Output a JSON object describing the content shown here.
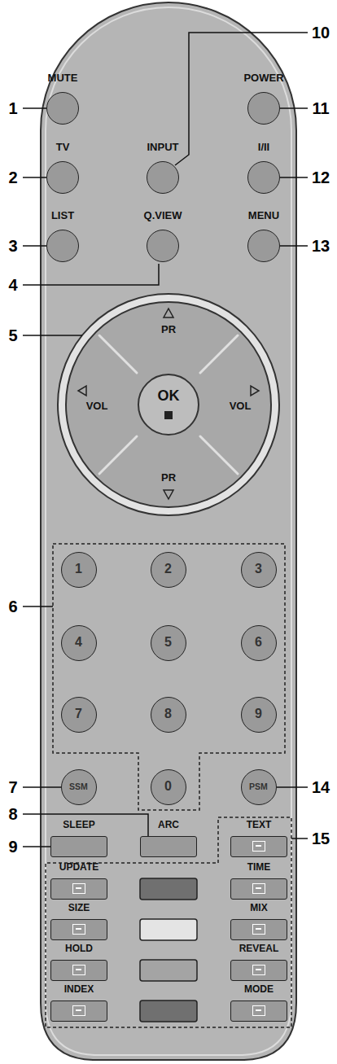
{
  "diagram": {
    "nodes": [
      {
        "text": [
          "MUTE"
        ]
      },
      {
        "text": [
          "POWER"
        ]
      },
      {
        "text": [
          "TV"
        ]
      },
      {
        "text": [
          "INPUT"
        ]
      },
      {
        "text": [
          "I/II"
        ]
      },
      {
        "text": [
          "LIST"
        ]
      },
      {
        "text": [
          "Q.VIEW"
        ]
      },
      {
        "text": [
          "MENU"
        ]
      },
      {
        "text": [
          "PR",
          "VOL",
          "VOL",
          "PR"
        ]
      },
      {
        "text": [
          "OK"
        ],
        "in": 8
      },
      {
        "text": [
          "1"
        ]
      },
      {
        "text": [
          "2"
        ]
      },
      {
        "text": [
          "3"
        ]
      },
      {
        "text": [
          "4"
        ]
      },
      {
        "text": [
          "5"
        ]
      },
      {
        "text": [
          "6"
        ]
      },
      {
        "text": [
          "7"
        ]
      },
      {
        "text": [
          "8"
        ]
      },
      {
        "text": [
          "9"
        ]
      },
      {
        "text": [
          "SSM"
        ]
      },
      {
        "text": [
          "0"
        ]
      },
      {
        "text": [
          "PSM"
        ]
      },
      {
        "text": [
          "SLEEP"
        ]
      },
      {
        "text": [
          "ARC"
        ]
      },
      {
        "text": [
          "TEXT"
        ]
      },
      {
        "text": [
          "UPDATE"
        ]
      },
      {
        "text": [
          "TIME"
        ]
      },
      {
        "text": [
          "SIZE"
        ]
      },
      {
        "text": [
          "MIX"
        ]
      },
      {
        "text": [
          "HOLD"
        ]
      },
      {
        "text": [
          "REVEAL"
        ]
      },
      {
        "text": [
          "INDEX"
        ]
      },
      {
        "text": [
          "MODE"
        ]
      }
    ],
    "labels": [
      "1",
      "2",
      "3",
      "4",
      "5",
      "6",
      "7",
      "8",
      "9",
      "10",
      "11",
      "12",
      "13",
      "14",
      "15"
    ]
  }
}
